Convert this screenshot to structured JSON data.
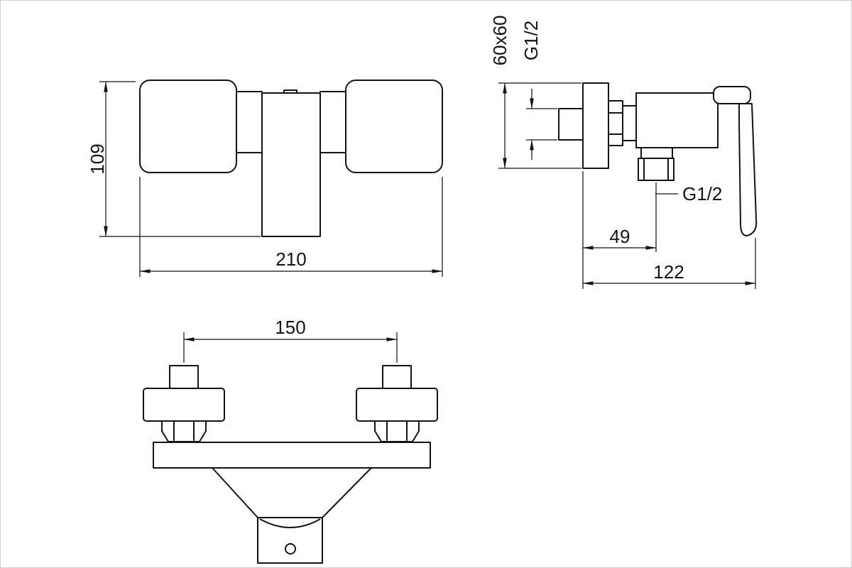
{
  "colors": {
    "line": "#141414",
    "background": "#ffffff"
  },
  "front_view": {
    "height_dim": "109",
    "width_dim": "210"
  },
  "side_view": {
    "plate_dim": "60x60",
    "inlet_thread_dim": "G1/2",
    "outlet_thread_label": "G1/2",
    "outlet_offset_dim": "49",
    "depth_dim": "122"
  },
  "bottom_view": {
    "mount_spacing_dim": "150"
  }
}
